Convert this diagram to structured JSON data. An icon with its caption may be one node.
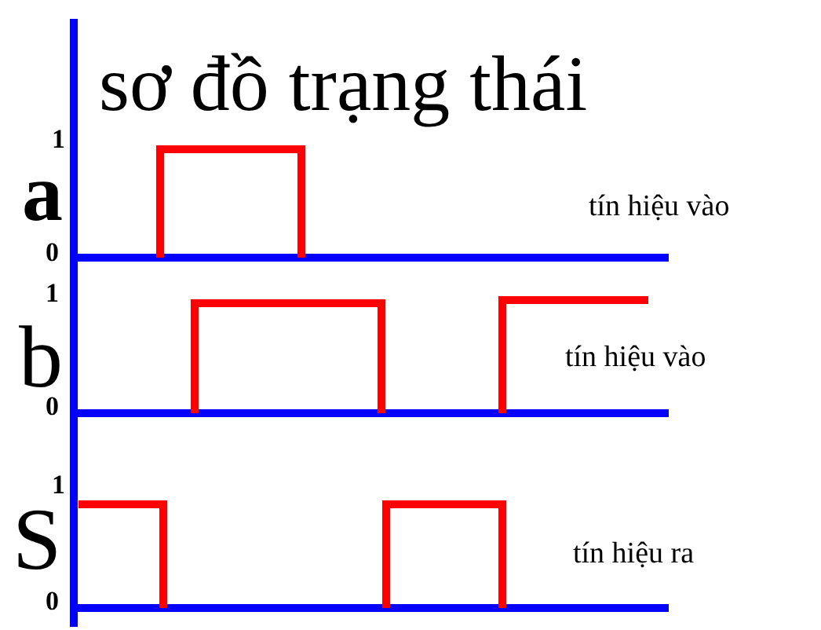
{
  "diagram": {
    "title": "sơ đồ trạng thái",
    "labels": [
      "1",
      "a",
      "tín hiệu vào",
      "0",
      "1",
      "b",
      "tín hiệu vào",
      "0",
      "1",
      "S",
      "tín hiệu ra",
      "0"
    ]
  }
}
